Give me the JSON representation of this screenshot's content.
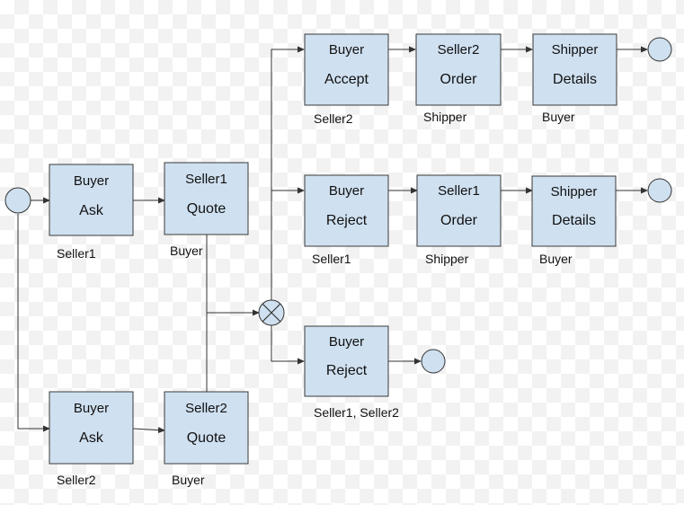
{
  "nodes": {
    "buyer_ask_1": {
      "top": "Buyer",
      "bottom": "Ask",
      "role": "Seller1"
    },
    "seller1_quote": {
      "top": "Seller1",
      "bottom": "Quote",
      "role": "Buyer"
    },
    "buyer_ask_2": {
      "top": "Buyer",
      "bottom": "Ask",
      "role": "Seller2"
    },
    "seller2_quote": {
      "top": "Seller2",
      "bottom": "Quote",
      "role": "Buyer"
    },
    "buyer_accept": {
      "top": "Buyer",
      "bottom": "Accept",
      "role": "Seller2"
    },
    "seller2_order": {
      "top": "Seller2",
      "bottom": "Order",
      "role": "Shipper"
    },
    "shipper_details_1": {
      "top": "Shipper",
      "bottom": "Details",
      "role": "Buyer"
    },
    "buyer_reject_1": {
      "top": "Buyer",
      "bottom": "Reject",
      "role": "Seller1"
    },
    "seller1_order": {
      "top": "Seller1",
      "bottom": "Order",
      "role": "Shipper"
    },
    "shipper_details_2": {
      "top": "Shipper",
      "bottom": "Details",
      "role": "Buyer"
    },
    "buyer_reject_2": {
      "top": "Buyer",
      "bottom": "Reject",
      "role": "Seller1, Seller2"
    }
  },
  "colors": {
    "node_fill": "#cfe0f0",
    "stroke": "#333333"
  }
}
